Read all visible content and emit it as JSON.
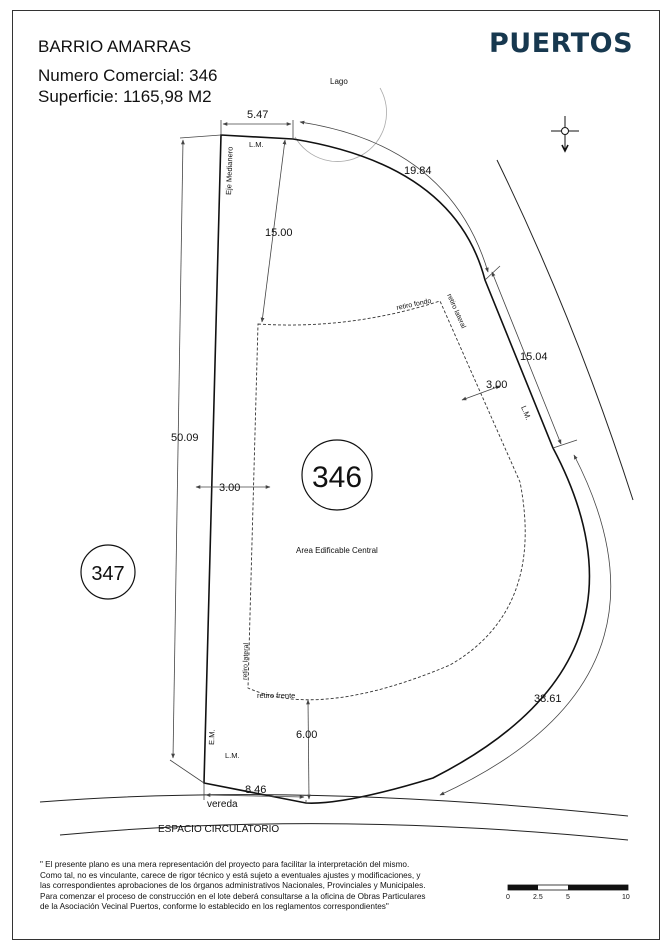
{
  "header": {
    "barrio": "BARRIO AMARRAS",
    "lot_number": "Numero Comercial: 346",
    "area": "Superficie: 1165,98 M2"
  },
  "brand": {
    "name": "PUERTOS",
    "color": "#17384f"
  },
  "plan": {
    "lago": "Lago",
    "lot_badge": "346",
    "neighbor_badge": "347",
    "buildable_area": "Area Edificable Central",
    "eje_medianero": "Eje Medianero",
    "em": "E.M.",
    "lm_top": "L.M.",
    "lm_right": "L.M.",
    "lm_bottom": "L.M.",
    "retiro_fondo": "retiro fondo",
    "retiro_lateral_right": "retiro lateral",
    "retiro_lateral_left": "retiro lateral",
    "retiro_frente": "retiro frente",
    "vereda": "vereda",
    "espacio_circulatorio": "ESPACIO CIRCULATORIO"
  },
  "dimensions": {
    "top_width": "5.47",
    "arc_upper": "19.84",
    "back_setback": "15.00",
    "right_segment": "15.04",
    "right_setback": "3.00",
    "left_side": "50.09",
    "left_setback": "3.00",
    "arc_lower": "38.61",
    "front_setback": "6.00",
    "bottom_width": "8.46"
  },
  "scale_bar": {
    "ticks": [
      "0",
      "2.5",
      "5",
      "10"
    ]
  },
  "disclaimer": {
    "lines": [
      "\" El presente plano es una mera representación del proyecto para facilitar la interpretación del mismo.",
      "Como tal, no es vinculante, carece de rigor técnico y está sujeto a eventuales ajustes y modificaciones, y",
      "las correspondientes aprobaciones de los órganos administrativos Nacionales, Provinciales y Municipales.",
      "Para comenzar el proceso de construcción en el lote deberá consultarse a la oficina de Obras Particulares",
      "de la Asociación Vecinal Puertos, conforme lo establecido en los reglamentos correspondientes\""
    ]
  }
}
